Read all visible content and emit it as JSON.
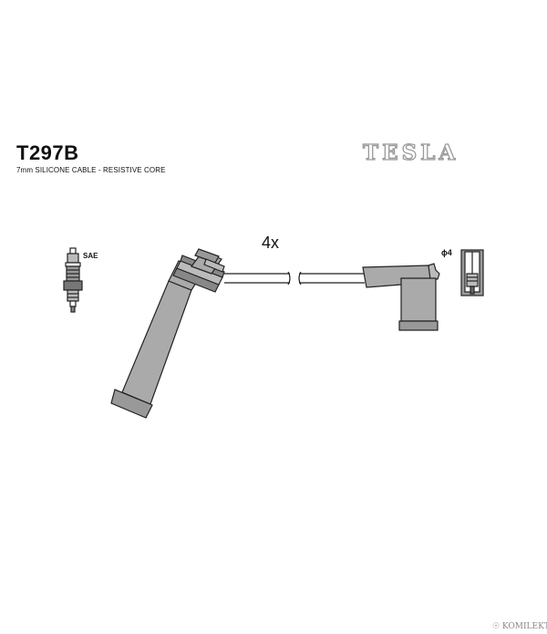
{
  "header": {
    "part_code": "T297B",
    "cable_description": "7mm SILICONE CABLE - RESISTIVE CORE",
    "brand": "TESLA"
  },
  "diagram": {
    "quantity_label": "4x",
    "spark_plug_standard": "SAE",
    "terminal_diameter": "ϕ4",
    "stroke_color": "#222222",
    "fill_color": "#aaaaaa"
  },
  "footer": {
    "watermark": "☉ KOMILEKT"
  }
}
